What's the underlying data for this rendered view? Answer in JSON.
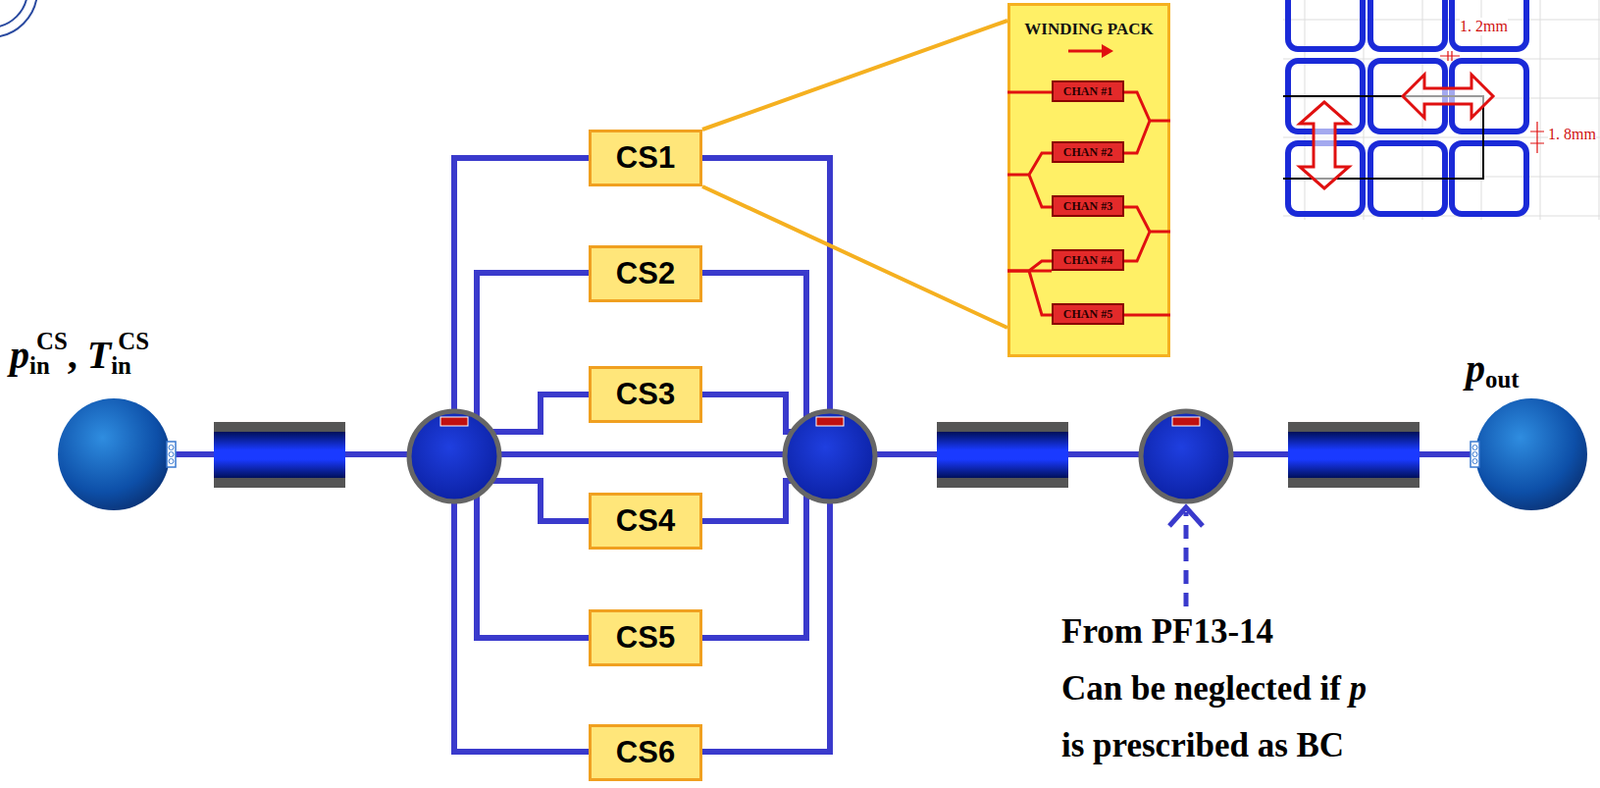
{
  "diagram": {
    "nodes": [
      {
        "text": [
          "WINDING PACK"
        ]
      },
      {
        "text": [
          "CHAN #1"
        ],
        "in": 0
      },
      {
        "text": [
          "CHAN #2"
        ],
        "in": 0
      },
      {
        "text": [
          "CHAN #3"
        ],
        "in": 0
      },
      {
        "text": [
          "CHAN #4"
        ],
        "in": 0
      },
      {
        "text": [
          "CHAN #5"
        ],
        "in": 0
      },
      {
        "text": [
          "CS1"
        ]
      },
      {
        "text": [
          "CS2"
        ]
      },
      {
        "text": [
          "CS3"
        ]
      },
      {
        "text": [
          "CS4"
        ]
      },
      {
        "text": [
          "CS5"
        ]
      },
      {
        "text": [
          "CS6"
        ]
      }
    ],
    "edges": [
      {
        "from": 6,
        "to": 0,
        "arrow": "none"
      }
    ],
    "labels": [
      "p",
      "in",
      "CS",
      ",",
      "T",
      "in",
      "CS",
      "p",
      "out",
      "From PF13-14",
      "Can be neglected if",
      "p",
      "is prescribed as BC",
      "1. 2mm",
      "1. 8mm"
    ]
  }
}
